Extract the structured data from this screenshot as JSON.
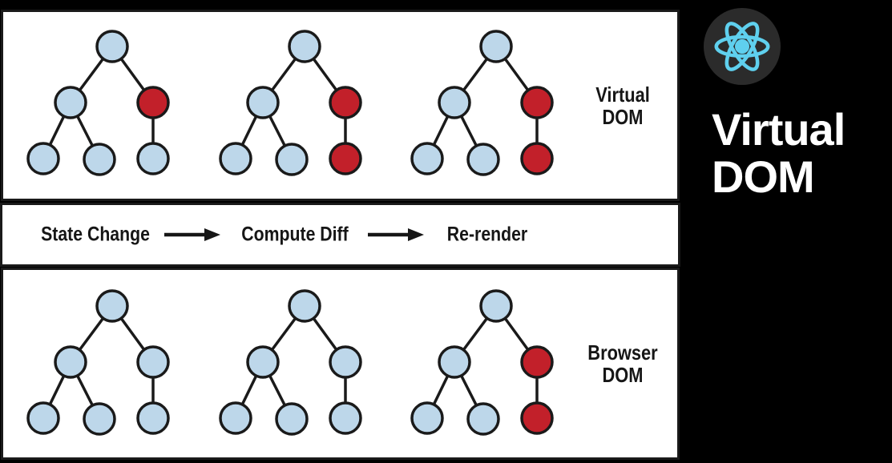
{
  "colors": {
    "background": "#000000",
    "panel_bg": "#ffffff",
    "panel_border": "#1a1a1a",
    "node_blue": "#bdd7ea",
    "node_red": "#c2202a",
    "node_stroke": "#1a1a1a",
    "edge": "#1a1a1a",
    "label_color": "#161616",
    "react_cyan": "#5fd0ee",
    "react_badge_bg": "#2b2b2b",
    "title_color": "#ffffff"
  },
  "virtual_dom_panel": {
    "label_line1": "Virtual",
    "label_line2": "DOM",
    "trees": [
      {
        "nodes": [
          "blue",
          "blue",
          "red",
          "blue",
          "blue",
          "blue"
        ]
      },
      {
        "nodes": [
          "blue",
          "blue",
          "red",
          "blue",
          "blue",
          "red"
        ]
      },
      {
        "nodes": [
          "blue",
          "blue",
          "red",
          "blue",
          "blue",
          "red"
        ]
      }
    ]
  },
  "process_strip": {
    "steps": [
      "State Change",
      "Compute Diff",
      "Re-render"
    ],
    "arrow_icon": "right-arrow"
  },
  "browser_dom_panel": {
    "label_line1": "Browser",
    "label_line2": "DOM",
    "trees": [
      {
        "nodes": [
          "blue",
          "blue",
          "blue",
          "blue",
          "blue",
          "blue"
        ]
      },
      {
        "nodes": [
          "blue",
          "blue",
          "blue",
          "blue",
          "blue",
          "blue"
        ]
      },
      {
        "nodes": [
          "blue",
          "blue",
          "red",
          "blue",
          "blue",
          "red"
        ]
      }
    ]
  },
  "tree_structure": {
    "node_order": [
      "root",
      "left",
      "right",
      "left-left",
      "left-right",
      "right-child"
    ],
    "edges": [
      [
        0,
        1
      ],
      [
        0,
        2
      ],
      [
        1,
        3
      ],
      [
        1,
        4
      ],
      [
        2,
        5
      ]
    ]
  },
  "sidebar": {
    "logo": "react-logo",
    "title_line1": "Virtual",
    "title_line2": "DOM"
  }
}
